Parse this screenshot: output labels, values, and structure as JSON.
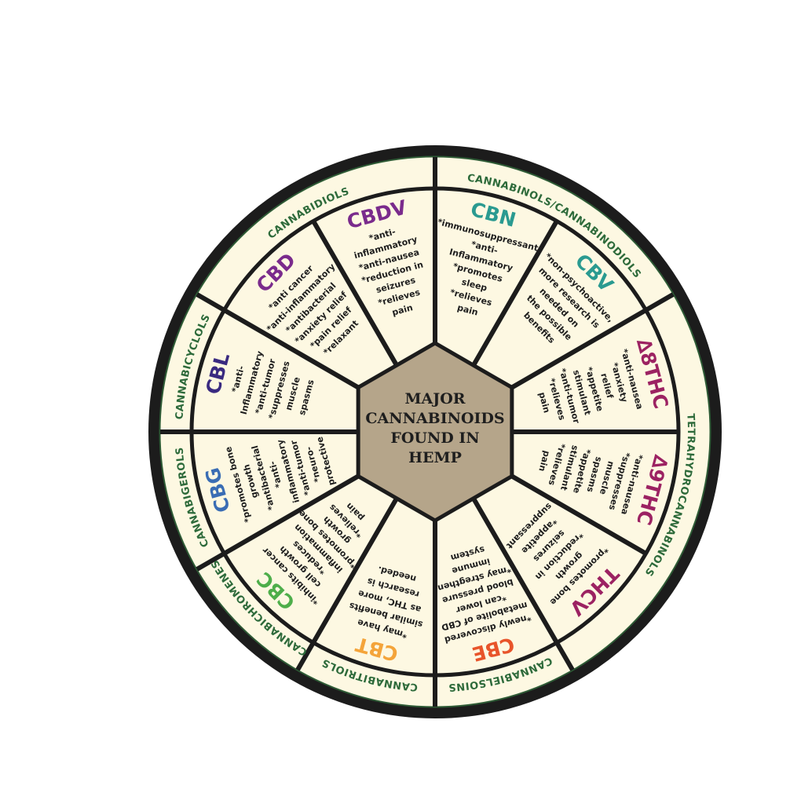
{
  "center": {
    "lines": [
      "MAJOR",
      "CANNABINOIDS",
      "FOUND IN",
      "HEMP"
    ]
  },
  "colors": {
    "ring": "#1c1c1c",
    "cream": "#fdf8e2",
    "group_text": "#2d6a3a",
    "hub": "#b5a58a"
  },
  "groups": [
    {
      "label": "CANNABIDIOLS",
      "from": 150,
      "to": 90
    },
    {
      "label": "CANNABINOLS/CANNABINODIOLS",
      "from": 90,
      "to": 30
    },
    {
      "label": "TETRAHYDROCANNABINOLS",
      "from": 30,
      "to": -60
    },
    {
      "label": "CANNABIELSOINS",
      "from": -60,
      "to": -90
    },
    {
      "label": "CANNABITRIOLS",
      "from": -90,
      "to": -120
    },
    {
      "label": "CANNABICHROMENES",
      "from": -120,
      "to": -150
    },
    {
      "label": "CANNABIGEROLS",
      "from": -150,
      "to": -180
    },
    {
      "label": "CANNABICYCLOLS",
      "from": 180,
      "to": 150
    }
  ],
  "segments": [
    {
      "title": "CBN",
      "color": "#2a9a90",
      "angle": 75,
      "lines": [
        "*immunosuppressant",
        "*anti-",
        "Inflammatory",
        "*promotes",
        "sleep",
        "*relieves",
        "pain"
      ]
    },
    {
      "title": "CBV",
      "color": "#2a9a90",
      "angle": 45,
      "lines": [
        "*non-psychoactive,",
        "more research is",
        "needed on",
        "the possible",
        "benefits"
      ]
    },
    {
      "title": "∆8THC",
      "color": "#9c2262",
      "angle": 15,
      "lines": [
        "*anti-nausea",
        "*anxiety",
        "relief",
        "*appetite",
        "stimulant",
        "*anti-tumor",
        "*relieves",
        "pain"
      ]
    },
    {
      "title": "∆9THC",
      "color": "#9c2262",
      "angle": -15,
      "lines": [
        "*anti-nausea",
        "*suppresses",
        "muscle",
        "spasms",
        "*appetite",
        "stimulant",
        "*relieves",
        "pain"
      ]
    },
    {
      "title": "THCV",
      "color": "#9c2262",
      "angle": -45,
      "lines": [
        "*promotes bone",
        "growth",
        "*reduction in",
        "seizures",
        "*appetite",
        "suppressant"
      ]
    },
    {
      "title": "CBE",
      "color": "#e8542a",
      "angle": -75,
      "lines": [
        "*newly discovered",
        "metabolite of CBD",
        "*can lower",
        "blood pressure",
        "*may stregthen",
        "immune",
        "system"
      ]
    },
    {
      "title": "CBT",
      "color": "#f4a43a",
      "angle": -105,
      "lines": [
        "*may have",
        "similar benefits",
        "as THC, more",
        "research is",
        "needed."
      ]
    },
    {
      "title": "CBC",
      "color": "#4eae4a",
      "angle": -135,
      "lines": [
        "*inhibits cancer",
        "cell growth",
        "*reduces",
        "inflammation",
        "*promotes bone",
        "growth",
        "*relieves",
        "pain"
      ]
    },
    {
      "title": "CBG",
      "color": "#3a6db4",
      "angle": -165,
      "lines": [
        "*promotes bone",
        "growth",
        "*antibacterial",
        "*anti-",
        "inflammatory",
        "*anti-tumor",
        "*neuro-",
        "protective"
      ]
    },
    {
      "title": "CBL",
      "color": "#3a2a80",
      "angle": 165,
      "lines": [
        "*anti-",
        "Inflammatory",
        "*anti-tumor",
        "*suppresses",
        "muscle",
        "spasms"
      ]
    },
    {
      "title": "CBD",
      "color": "#7a2b8c",
      "angle": 135,
      "lines": [
        "*anti cancer",
        "*anti-inflammatory",
        "*antibacterial",
        "*anxiety relief",
        "*pain relief",
        "*relaxant"
      ]
    },
    {
      "title": "CBDV",
      "color": "#7a2b8c",
      "angle": 105,
      "lines": [
        "*anti-",
        "inflammatory",
        "*anti-nausea",
        "*reduction in",
        "seizures",
        "*relieves",
        "pain"
      ]
    }
  ]
}
